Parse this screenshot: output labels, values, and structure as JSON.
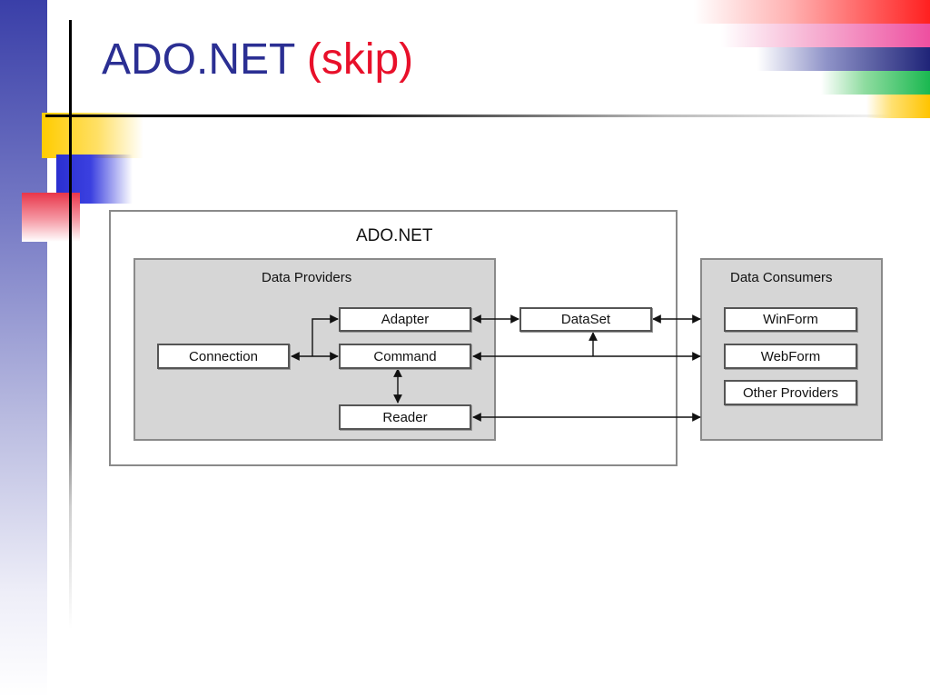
{
  "slide": {
    "title_main": "ADO.NET",
    "title_accent": "(skip)"
  },
  "diagram": {
    "outer_label": "ADO.NET",
    "providers": {
      "label": "Data Providers",
      "nodes": {
        "connection": "Connection",
        "adapter": "Adapter",
        "command": "Command",
        "reader": "Reader"
      }
    },
    "dataset": "DataSet",
    "consumers": {
      "label": "Data Consumers",
      "nodes": {
        "winform": "WinForm",
        "webform": "WebForm",
        "other": "Other Providers"
      }
    }
  },
  "colors": {
    "title": "#2b2f93",
    "accent": "#e8102a"
  }
}
